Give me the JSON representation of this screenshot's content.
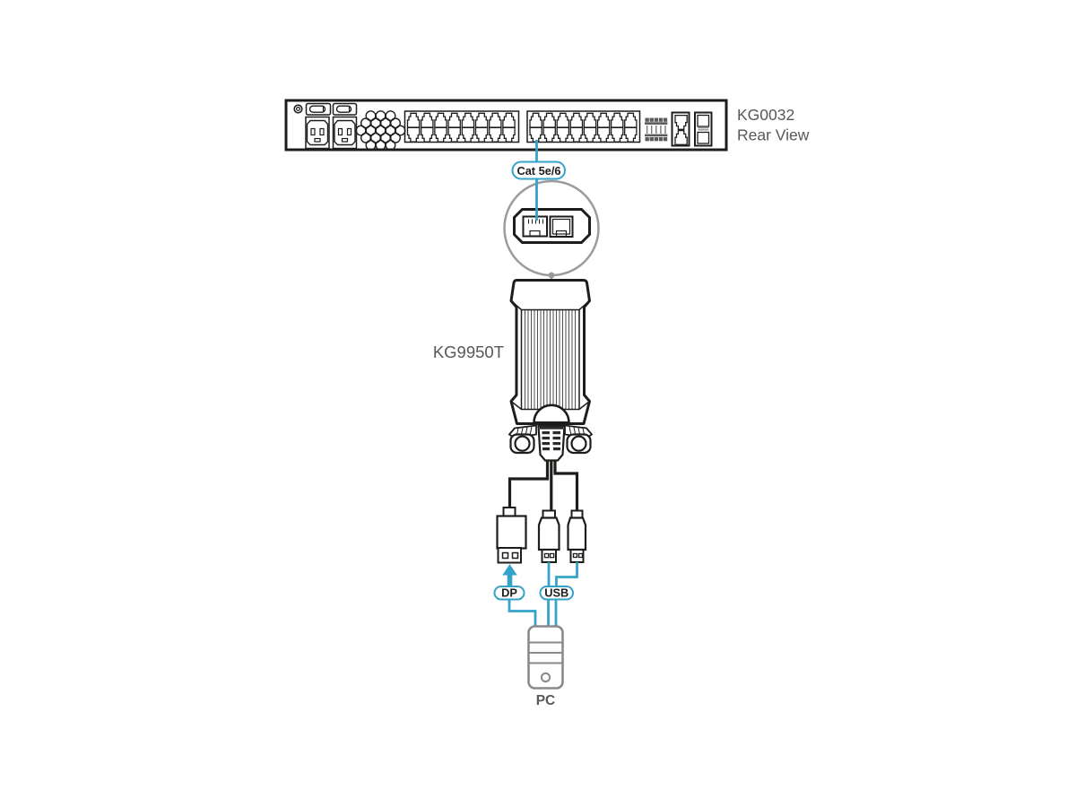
{
  "diagram": {
    "rack": {
      "model": "KG0032",
      "view": "Rear View",
      "port_banks": 2,
      "ports_per_bank": 16
    },
    "cable_label": "Cat 5e/6",
    "transmitter": {
      "model": "KG9950T"
    },
    "connector_labels": {
      "dp": "DP",
      "usb": "USB"
    },
    "pc_label": "PC"
  },
  "colors": {
    "accent": "#35A3C9",
    "outline": "#1D1D1B",
    "grey": "#9B9B9B",
    "text": "#595757",
    "pcgrey": "#8A8A8A"
  }
}
